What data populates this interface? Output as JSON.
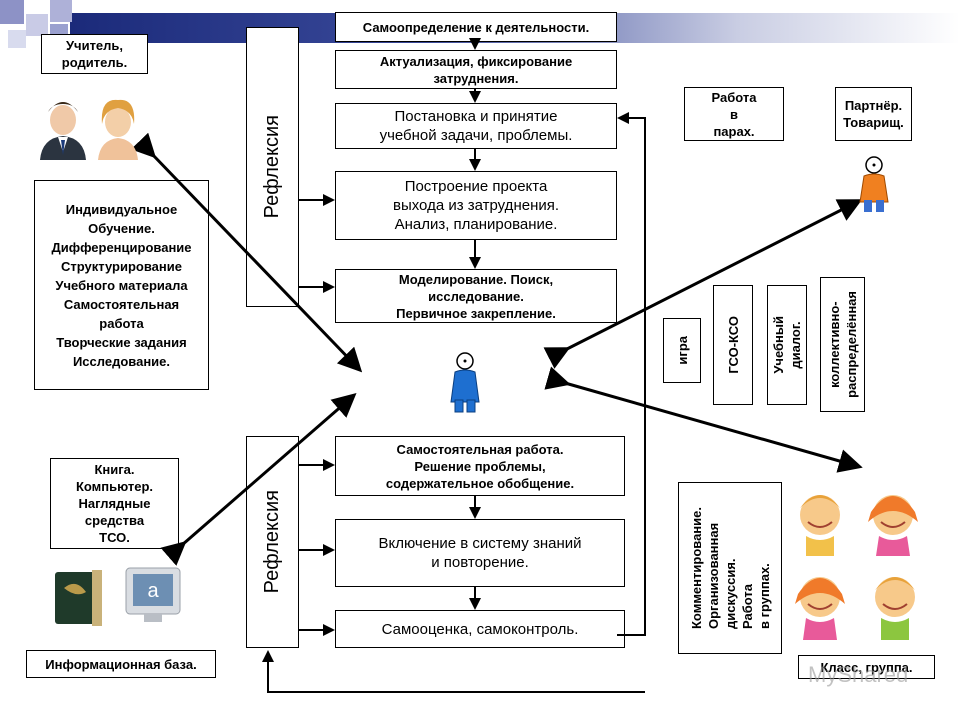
{
  "flow": {
    "step1": "Самоопределение к деятельности.",
    "step2": "Актуализация, фиксирование\nзатруднения.",
    "step3": "Постановка и принятие\nучебной задачи, проблемы.",
    "step4": "Построение проекта\nвыхода из затруднения.\nАнализ, планирование.",
    "step5": "Моделирование. Поиск,\nисследование.\nПервичное закрепление.",
    "step6": "Самостоятельная работа.\nРешение проблемы,\nсодержательное обобщение.",
    "step7": "Включение в систему знаний\nи повторение.",
    "step8": "Самооценка, самоконтроль."
  },
  "reflexion": {
    "top": "Рефлексия",
    "bottom": "Рефлексия"
  },
  "left": {
    "teacher": "Учитель,\nродитель.",
    "individual": "Индивидуальное\nОбучение.\nДифференцирование\nСтруктурирование\nУчебного материала\nСамостоятельная\nработа\nТворческие задания\nИсследование.",
    "books": "Книга.\nКомпьютер.\nНаглядные\nсредства\nТСО.",
    "info_base": "Информационная база."
  },
  "right": {
    "pairs": "Работа\nв\nпарах.",
    "partner": "Партнёр.\nТоварищ.",
    "game": "игра",
    "gso": "ГСО-КСО",
    "dialog": "Учебный\nдиалог.",
    "collective": "коллективно-\nраспределённая",
    "comment": "Комментирование.\nОрганизованная\nдискуссия.\nРабота\nв группах.",
    "class_group": "Класс, группа."
  },
  "watermark": "MyShared",
  "colors": {
    "bar": "#1b2a7a",
    "arrow": "#000000",
    "student_blue": "#1e6fd0",
    "partner_orange": "#f08020"
  }
}
